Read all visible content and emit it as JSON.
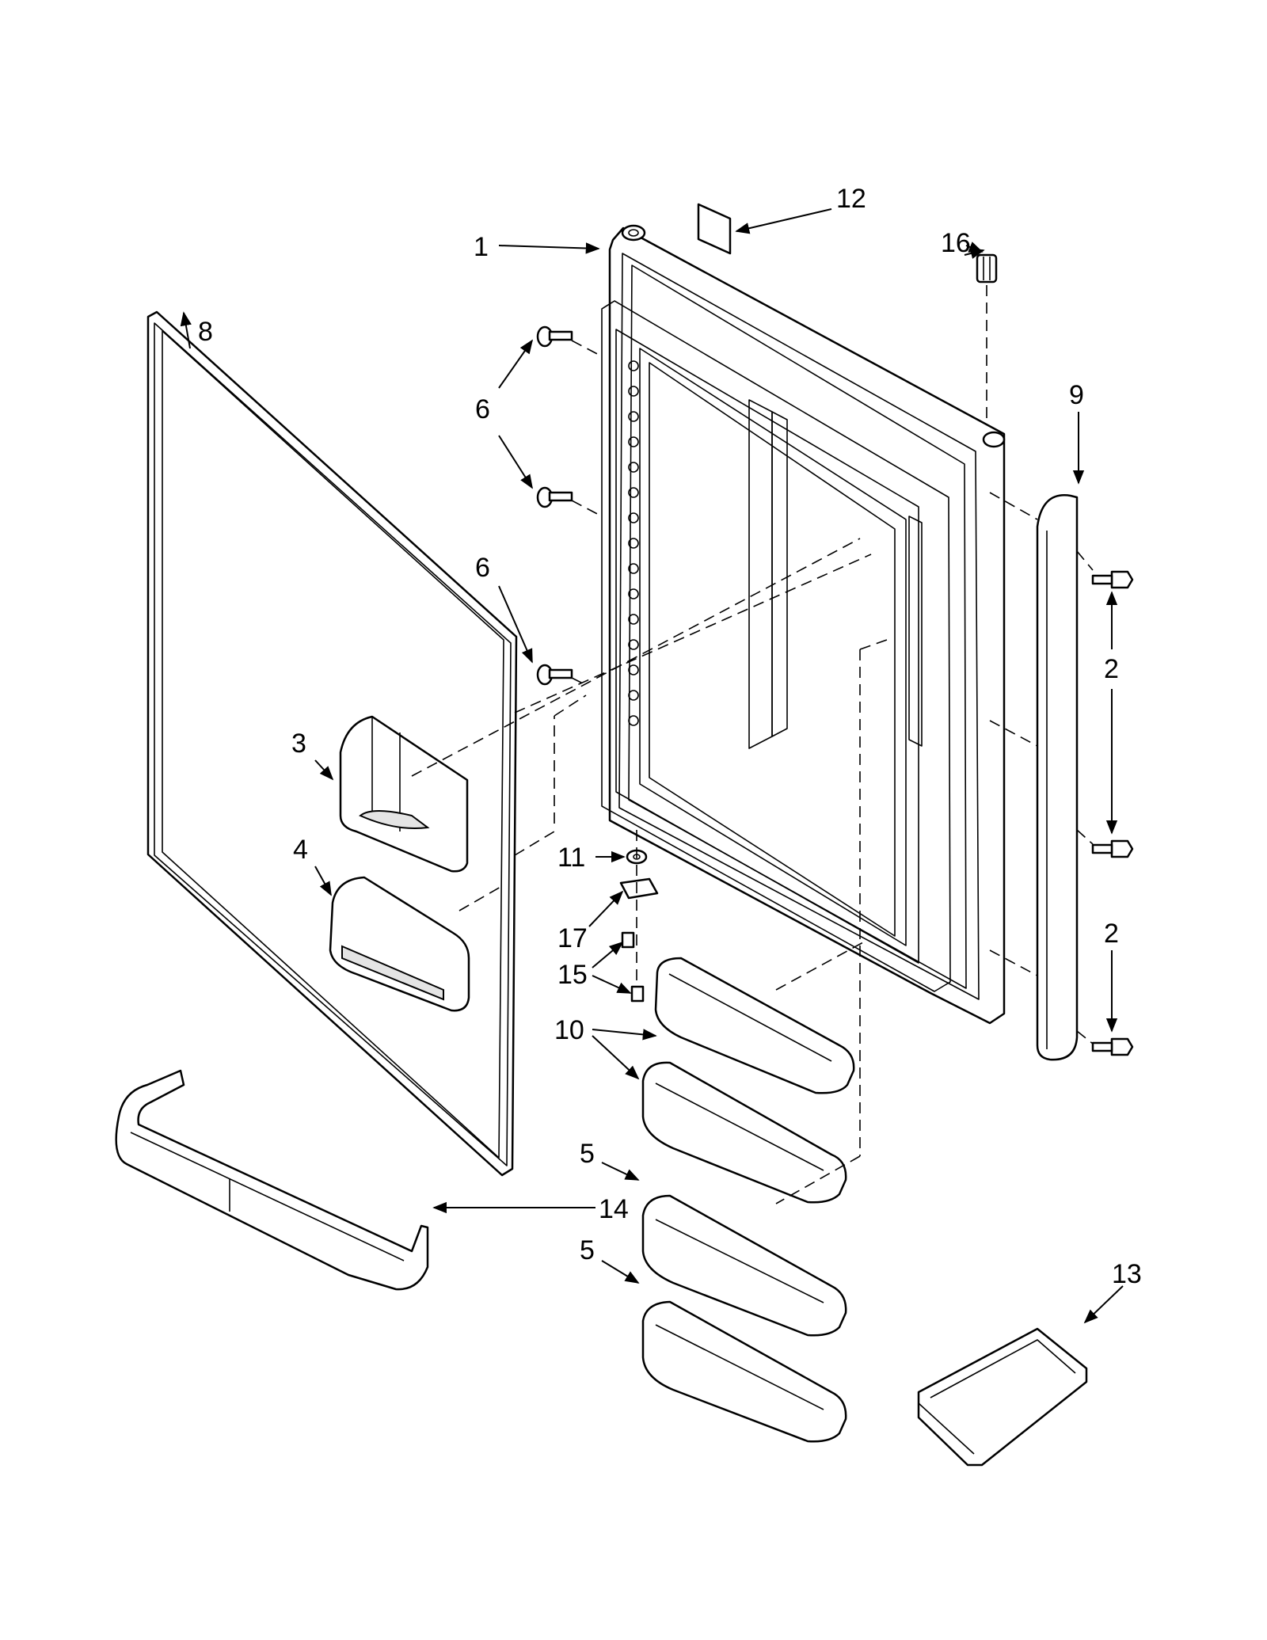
{
  "callouts": {
    "c1": "1",
    "c2a": "2",
    "c2b": "2",
    "c3": "3",
    "c4": "4",
    "c5a": "5",
    "c5b": "5",
    "c6a": "6",
    "c6b": "6",
    "c8": "8",
    "c9": "9",
    "c10": "10",
    "c11": "11",
    "c12": "12",
    "c13": "13",
    "c14": "14",
    "c15": "15",
    "c16": "16",
    "c17": "17"
  }
}
